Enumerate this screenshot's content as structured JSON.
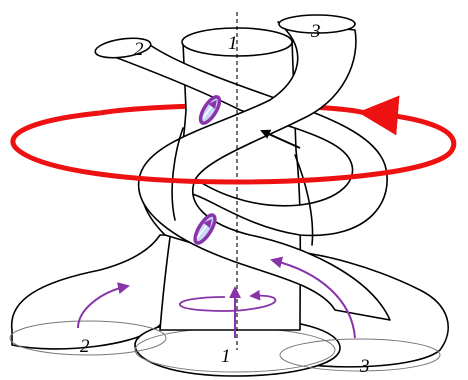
{
  "labels": {
    "top_center": "1",
    "top_left": "2",
    "top_right": "3",
    "bottom_center": "1",
    "bottom_left": "2",
    "bottom_right": "3"
  },
  "colors": {
    "rotation_arrow": "#ee1111",
    "flow_arrows": "#8833aa",
    "twist_marker_fill": "#c9d9f7",
    "outline": "#000000"
  },
  "icons": {
    "rotation": "red-circular-arrow",
    "flow": "purple-curved-arrow",
    "twist": "purple-ellipse-marker"
  }
}
